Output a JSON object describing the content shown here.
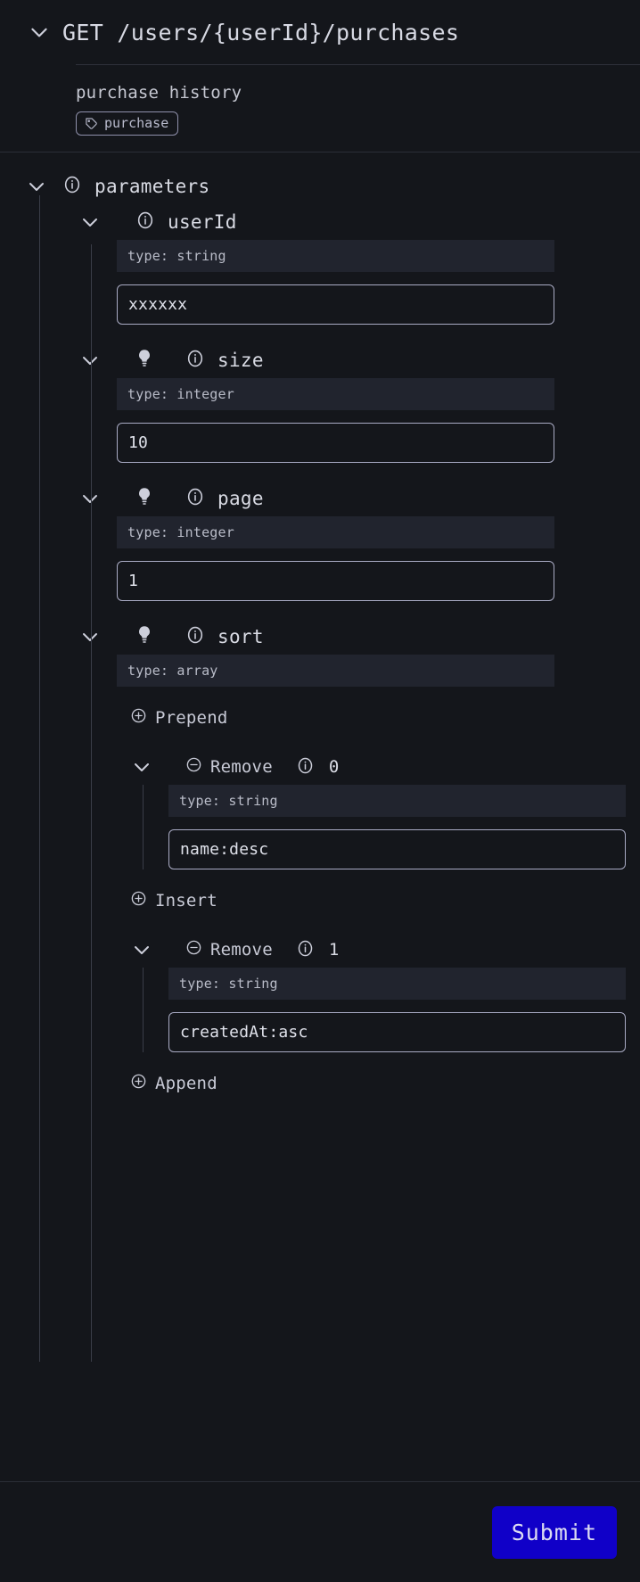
{
  "operation": {
    "method_path": "GET /users/{userId}/purchases",
    "description": "purchase history",
    "tags": [
      "purchase"
    ],
    "collapse_icon": "chevron-down-icon",
    "tag_icon": "tag-icon"
  },
  "parameters": {
    "label": "parameters",
    "info_icon": "info-circle-icon",
    "items": [
      {
        "name": "userId",
        "type_label": "type: string",
        "value": "xxxxxx",
        "has_bulb": false
      },
      {
        "name": "size",
        "type_label": "type: integer",
        "value": "10",
        "has_bulb": true
      },
      {
        "name": "page",
        "type_label": "type: integer",
        "value": "1",
        "has_bulb": true
      },
      {
        "name": "sort",
        "type_label": "type: array",
        "has_bulb": true,
        "array": {
          "prepend_label": "Prepend",
          "insert_label": "Insert",
          "append_label": "Append",
          "remove_label": "Remove",
          "add_icon": "plus-circle-icon",
          "remove_icon": "minus-circle-icon",
          "entries": [
            {
              "index": "0",
              "type_label": "type: string",
              "value": "name:desc"
            },
            {
              "index": "1",
              "type_label": "type: string",
              "value": "createdAt:asc"
            }
          ]
        }
      }
    ]
  },
  "footer": {
    "submit_label": "Submit",
    "submit_color": "#1000c8"
  }
}
